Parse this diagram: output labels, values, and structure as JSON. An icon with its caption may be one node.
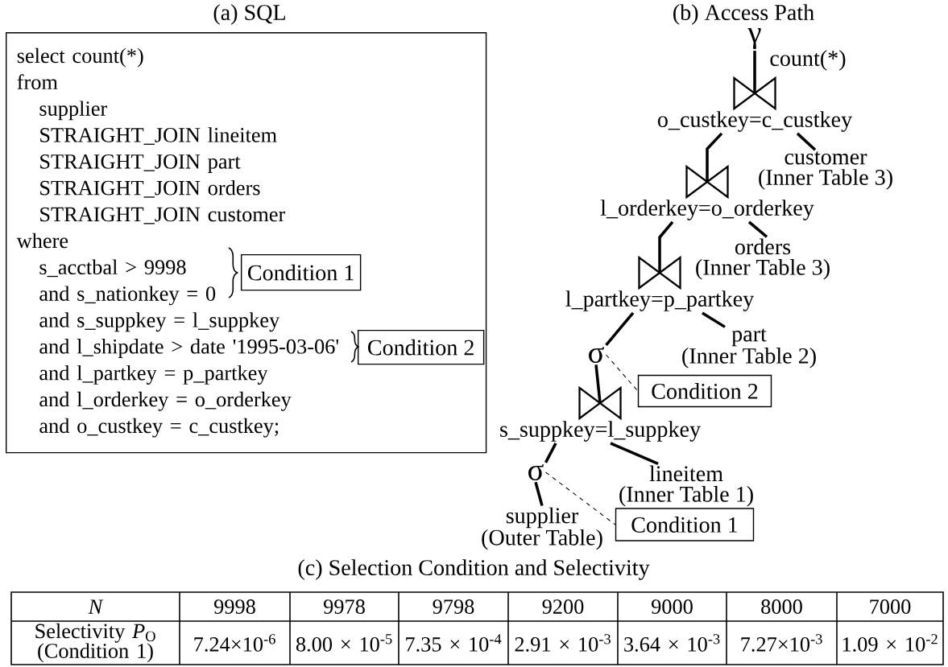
{
  "diagram": {
    "nodes": [
      {
        "text": [
          "select count(*)",
          "from",
          "supplier",
          "STRAIGHT_JOIN lineitem",
          "STRAIGHT_JOIN part",
          "STRAIGHT_JOIN orders",
          "STRAIGHT_JOIN customer",
          "where",
          "s_acctbal > 9998",
          "and s_nationkey = 0",
          "and s_suppkey = l_suppkey",
          "and l_shipdate > date '1995-03-06'",
          "and l_partkey = p_partkey",
          "and l_orderkey = o_orderkey",
          "and o_custkey = c_custkey;"
        ]
      },
      {
        "text": [
          "Condition 1"
        ],
        "in": 0
      },
      {
        "text": [
          "Condition 2"
        ],
        "in": 0
      },
      {
        "text": [
          "γ"
        ],
        "beside": [
          "count(*)"
        ]
      },
      {
        "text": [
          "o_custkey=c_custkey"
        ]
      },
      {
        "text": [
          "customer",
          "(Inner Table 3)"
        ]
      },
      {
        "text": [
          "l_orderkey=o_orderkey"
        ]
      },
      {
        "text": [
          "orders",
          "(Inner Table 3)"
        ]
      },
      {
        "text": [
          "l_partkey=p_partkey"
        ]
      },
      {
        "text": [
          "part",
          "(Inner Table 2)"
        ]
      },
      {
        "text": [
          "σ"
        ]
      },
      {
        "text": [
          "Condition 2"
        ]
      },
      {
        "text": [
          "s_suppkey=l_suppkey"
        ]
      },
      {
        "text": [
          "lineitem",
          "(Inner Table 1)"
        ]
      },
      {
        "text": [
          "σ"
        ]
      },
      {
        "text": [
          "supplier",
          "(Outer Table)"
        ]
      },
      {
        "text": [
          "Condition 1"
        ]
      }
    ],
    "edges": [
      {
        "from": 3,
        "to": 4,
        "arrow": "none"
      },
      {
        "from": 4,
        "to": 6,
        "arrow": "none"
      },
      {
        "from": 4,
        "to": 5,
        "arrow": "none"
      },
      {
        "from": 6,
        "to": 8,
        "arrow": "none"
      },
      {
        "from": 6,
        "to": 7,
        "arrow": "none"
      },
      {
        "from": 8,
        "to": 10,
        "arrow": "none"
      },
      {
        "from": 8,
        "to": 9,
        "arrow": "none"
      },
      {
        "from": 10,
        "to": 11,
        "arrow": "none",
        "style": "dashed"
      },
      {
        "from": 10,
        "to": 12,
        "arrow": "none"
      },
      {
        "from": 12,
        "to": 14,
        "arrow": "none"
      },
      {
        "from": 12,
        "to": 13,
        "arrow": "none"
      },
      {
        "from": 14,
        "to": 15,
        "arrow": "none"
      },
      {
        "from": 14,
        "to": 16,
        "arrow": "none",
        "style": "dashed"
      }
    ],
    "labels": [
      "(a) SQL",
      "(b) Access Path",
      "(c) Selection Condition and Selectivity",
      "N",
      "9998",
      "9978",
      "9798",
      "9200",
      "9000",
      "8000",
      "7000",
      "Selectivity *P*$_{O}$ (Condition 1)",
      "7.24×10$^{-6}$",
      "8.00 × 10$^{-5}$",
      "7.35 × 10$^{-4}$",
      "2.91 × 10$^{-3}$",
      "3.64 × 10$^{-3}$",
      "7.27×10$^{-3}$",
      "1.09 × 10$^{-2}$"
    ]
  }
}
